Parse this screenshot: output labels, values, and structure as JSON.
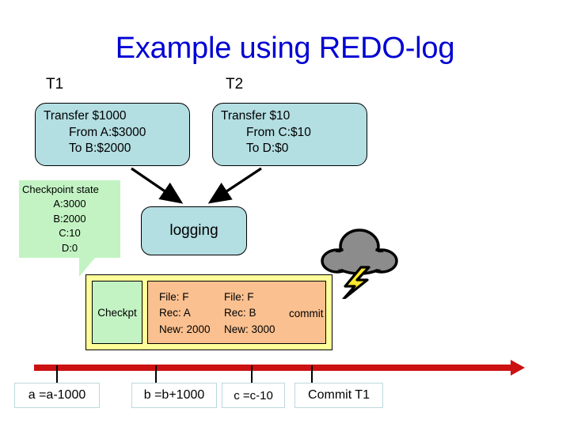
{
  "slide": {
    "title": "Example using REDO-log",
    "title_color": "#0000d4",
    "background": "#ffffff"
  },
  "transactions": [
    {
      "label": "T1",
      "line1": "Transfer $1000",
      "line2": "From A:$3000",
      "line3": "To B:$2000",
      "fill": "#b3dee2"
    },
    {
      "label": "T2",
      "line1": "Transfer $10",
      "line2": "From C:$10",
      "line3": "To D:$0",
      "fill": "#b3dee2"
    }
  ],
  "checkpoint_state": {
    "header": "Checkpoint state",
    "entries": [
      "A:3000",
      "B:2000",
      "C:10",
      "D:0"
    ],
    "fill": "#c3f3c3"
  },
  "logging": {
    "label": "logging",
    "fill": "#b3dee2"
  },
  "cloud": {
    "icon": "storm-cloud-icon",
    "cloud_color": "#8c8c8c",
    "bolt_color": "#ffe92b"
  },
  "log": {
    "outer_fill": "#ffff99",
    "checkpoint_cell": {
      "label": "Checkpt",
      "fill": "#c3f3c3"
    },
    "records_fill": "#fac090",
    "records": [
      {
        "file": "File: F",
        "rec": "Rec: A",
        "new": "New: 2000"
      },
      {
        "file": "File: F",
        "rec": "Rec: B",
        "new": "New: 3000"
      }
    ],
    "commit_label": "commit"
  },
  "timeline": {
    "color": "#cc1111",
    "events": [
      "a =a-1000",
      "b =b+1000",
      "c =c-10",
      "Commit T1"
    ]
  }
}
